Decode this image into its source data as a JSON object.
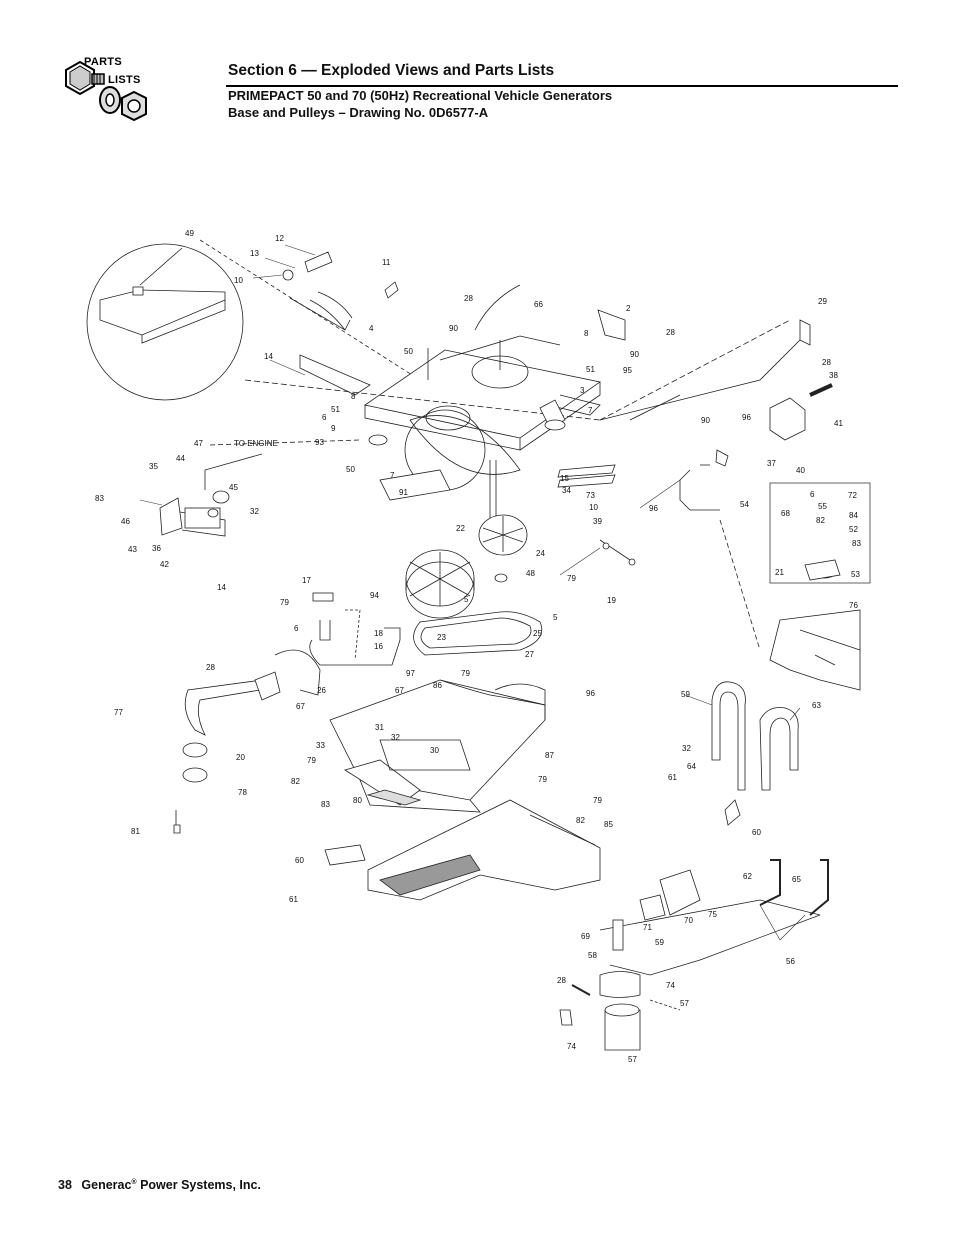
{
  "logo": {
    "line1": "PARTS",
    "line2": "LISTS"
  },
  "header": {
    "section": "Section 6 — Exploded Views and Parts Lists",
    "model": "PRIMEPACT 50 and 70 (50Hz) Recreational Vehicle Generators",
    "drawing": "Base and Pulleys – Drawing No. 0D6577-A"
  },
  "drawing": {
    "to_engine": "TO  ENGINE",
    "callouts": [
      "49",
      "12",
      "13",
      "10",
      "11",
      "28",
      "66",
      "90",
      "8",
      "2",
      "28",
      "29",
      "4",
      "50",
      "51",
      "95",
      "90",
      "14",
      "8",
      "3",
      "28",
      "38",
      "51",
      "6",
      "9",
      "93",
      "50",
      "7",
      "7",
      "91",
      "90",
      "96",
      "41",
      "47",
      "35",
      "83",
      "44",
      "45",
      "32",
      "46",
      "43",
      "36",
      "42",
      "14",
      "15",
      "34",
      "73",
      "10",
      "39",
      "37",
      "40",
      "96",
      "54",
      "6",
      "68",
      "55",
      "72",
      "84",
      "52",
      "82",
      "83",
      "53",
      "21",
      "22",
      "24",
      "48",
      "79",
      "19",
      "17",
      "94",
      "79",
      "6",
      "18",
      "16",
      "97",
      "5",
      "23",
      "5",
      "25",
      "27",
      "79",
      "86",
      "76",
      "28",
      "77",
      "67",
      "26",
      "67",
      "96",
      "31",
      "32",
      "33",
      "79",
      "30",
      "87",
      "20",
      "82",
      "79",
      "78",
      "80",
      "83",
      "81",
      "82",
      "85",
      "79",
      "60",
      "61",
      "59",
      "63",
      "32",
      "64",
      "61",
      "60",
      "62",
      "65",
      "75",
      "70",
      "71",
      "69",
      "59",
      "58",
      "56",
      "28",
      "74",
      "57"
    ]
  },
  "footer": {
    "page": "38",
    "company": "Generac",
    "reg": "®",
    "company_rest": "Power Systems, Inc."
  }
}
